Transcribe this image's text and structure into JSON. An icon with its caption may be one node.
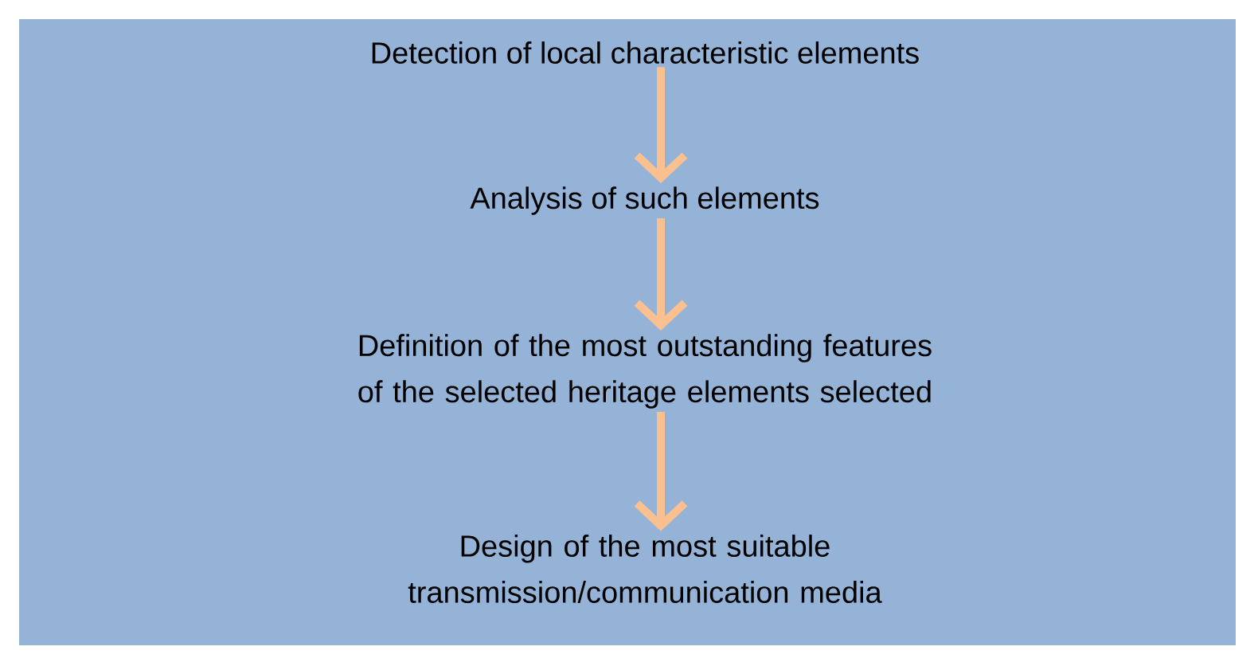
{
  "diagram": {
    "nodes": [
      {
        "text": [
          "Detection of local characteristic elements"
        ]
      },
      {
        "text": [
          "Analysis of such elements"
        ]
      },
      {
        "text": [
          "Definition of the most outstanding features of the selected heritage elements selected"
        ]
      },
      {
        "text": [
          "Design of the most suitable transmission/communication media"
        ]
      }
    ],
    "edges": [
      {
        "from": 0,
        "to": 1,
        "arrow": "to"
      },
      {
        "from": 1,
        "to": 2,
        "arrow": "to"
      },
      {
        "from": 2,
        "to": 3,
        "arrow": "to"
      }
    ]
  }
}
